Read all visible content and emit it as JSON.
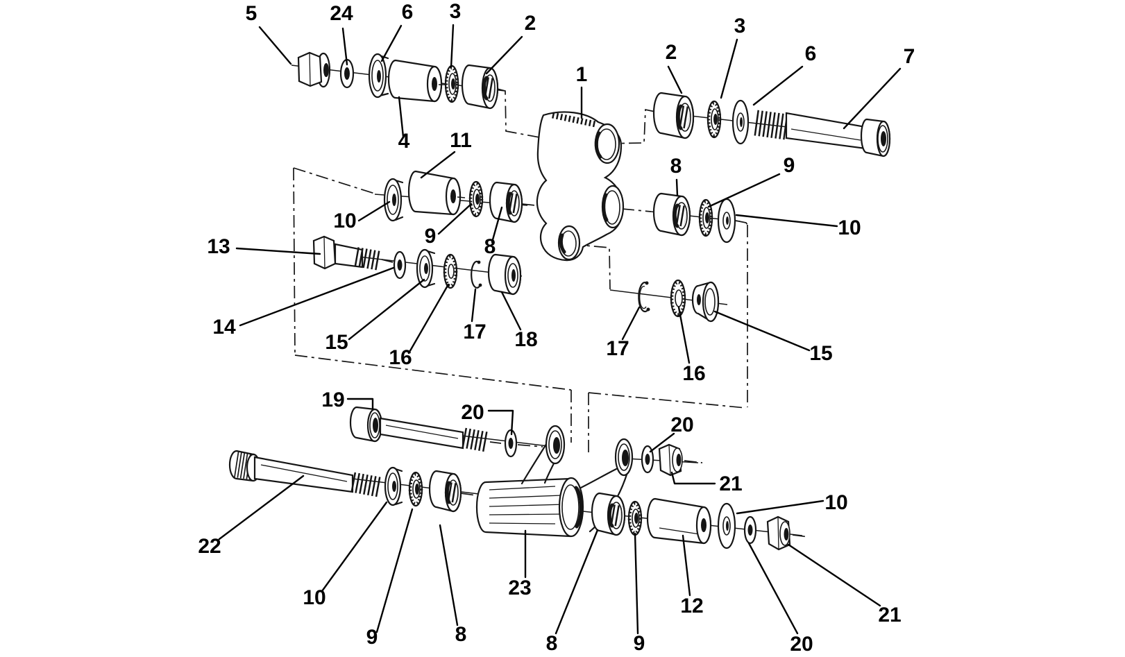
{
  "figure": {
    "background_color": "#ffffff",
    "ink_color": "#151515",
    "label_color": "#000000"
  },
  "callouts": [
    {
      "id": "c5",
      "label": "5"
    },
    {
      "id": "c24",
      "label": "24"
    },
    {
      "id": "c6a",
      "label": "6"
    },
    {
      "id": "c3a",
      "label": "3"
    },
    {
      "id": "c2a",
      "label": "2"
    },
    {
      "id": "c1",
      "label": "1"
    },
    {
      "id": "c2b",
      "label": "2"
    },
    {
      "id": "c3b",
      "label": "3"
    },
    {
      "id": "c6b",
      "label": "6"
    },
    {
      "id": "c7",
      "label": "7"
    },
    {
      "id": "c4",
      "label": "4"
    },
    {
      "id": "c11",
      "label": "11"
    },
    {
      "id": "c10a",
      "label": "10"
    },
    {
      "id": "c9a",
      "label": "9"
    },
    {
      "id": "c8a",
      "label": "8"
    },
    {
      "id": "c8b",
      "label": "8"
    },
    {
      "id": "c9b",
      "label": "9"
    },
    {
      "id": "c10b",
      "label": "10"
    },
    {
      "id": "c13",
      "label": "13"
    },
    {
      "id": "c14",
      "label": "14"
    },
    {
      "id": "c15a",
      "label": "15"
    },
    {
      "id": "c16a",
      "label": "16"
    },
    {
      "id": "c17a",
      "label": "17"
    },
    {
      "id": "c18",
      "label": "18"
    },
    {
      "id": "c17b",
      "label": "17"
    },
    {
      "id": "c16b",
      "label": "16"
    },
    {
      "id": "c15b",
      "label": "15"
    },
    {
      "id": "c19",
      "label": "19"
    },
    {
      "id": "c20a",
      "label": "20"
    },
    {
      "id": "c20b",
      "label": "20"
    },
    {
      "id": "c21a",
      "label": "21"
    },
    {
      "id": "c22",
      "label": "22"
    },
    {
      "id": "c10c",
      "label": "10"
    },
    {
      "id": "c9c",
      "label": "9"
    },
    {
      "id": "c8c",
      "label": "8"
    },
    {
      "id": "c23",
      "label": "23"
    },
    {
      "id": "c8d",
      "label": "8"
    },
    {
      "id": "c9d",
      "label": "9"
    },
    {
      "id": "c10d",
      "label": "10"
    },
    {
      "id": "c12",
      "label": "12"
    },
    {
      "id": "c20c",
      "label": "20"
    },
    {
      "id": "c21b",
      "label": "21"
    }
  ]
}
